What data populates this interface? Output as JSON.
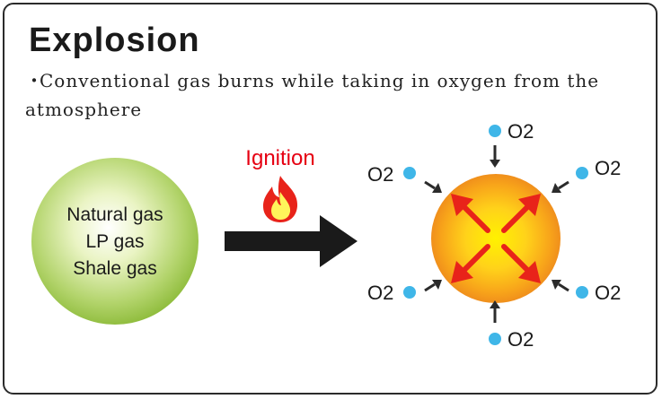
{
  "header": {
    "title": "Explosion",
    "bullet": "・",
    "description": "Conventional gas burns while taking in oxygen from the atmosphere"
  },
  "fuel_sphere": {
    "lines": [
      "Natural gas",
      "LP gas",
      "Shale gas"
    ]
  },
  "process": {
    "ignition_label": "Ignition"
  },
  "reaction": {
    "oxygen_labels": [
      "O2",
      "O2",
      "O2",
      "O2",
      "O2",
      "O2"
    ]
  },
  "colors": {
    "ignition_text": "#e60012",
    "oxygen_dot": "#3fb6e8",
    "burst_arrow": "#e8231a",
    "big_arrow": "#1a1a1a"
  }
}
